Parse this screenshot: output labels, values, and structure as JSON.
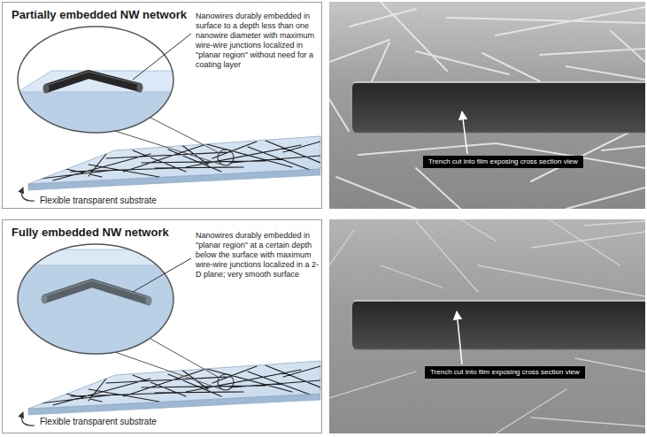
{
  "diagram": {
    "nodes": [
      {
        "text": [
          "Partially embedded NW network",
          "Nanowires durably embedded in surface to a depth less than one nanowire diameter with maximum wire-wire junctions localized in \"planar region\" without need for a coating layer",
          "Flexible transparent substrate"
        ]
      },
      {
        "text": [
          "Trench cut into film exposing cross section view"
        ]
      },
      {
        "text": [
          "Fully embedded NW network",
          "Nanowires durably embedded in \"planar region\" at a certain depth below the surface with maximum wire-wire junctions localized in a 2-D plane; very smooth surface",
          "Flexible transparent substrate"
        ]
      },
      {
        "text": [
          "Trench cut into film exposing cross section view"
        ]
      }
    ]
  }
}
